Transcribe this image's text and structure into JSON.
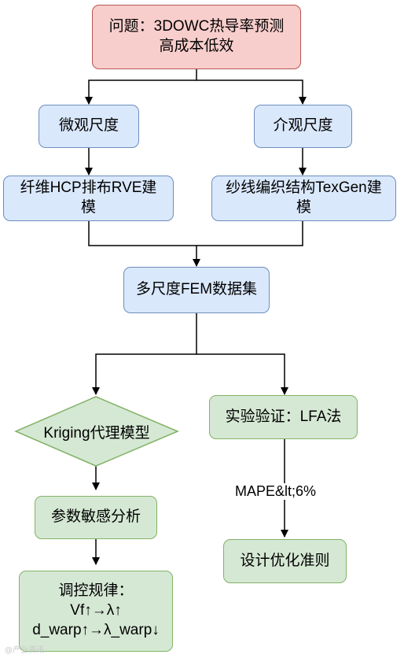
{
  "nodes": {
    "problem": [
      "问题：3DOWC热导率预测",
      "高成本低效"
    ],
    "micro": "微观尺度",
    "meso": "介观尺度",
    "micro_model": [
      "纤维HCP排布RVE建",
      "模"
    ],
    "meso_model": [
      "纱线编织结构TexGen建",
      "模"
    ],
    "dataset": "多尺度FEM数据集",
    "kriging": "Kriging代理模型",
    "validation": "实验验证：LFA法",
    "sensitivity": "参数敏感分析",
    "rules": [
      "调控规律：",
      "Vf↑→λ↑",
      "d_warp↑→λ_warp↓"
    ],
    "design": "设计优化准则"
  },
  "edge_labels": {
    "mape": "MAPE&lt;6%"
  },
  "watermark": "@产业资讯"
}
